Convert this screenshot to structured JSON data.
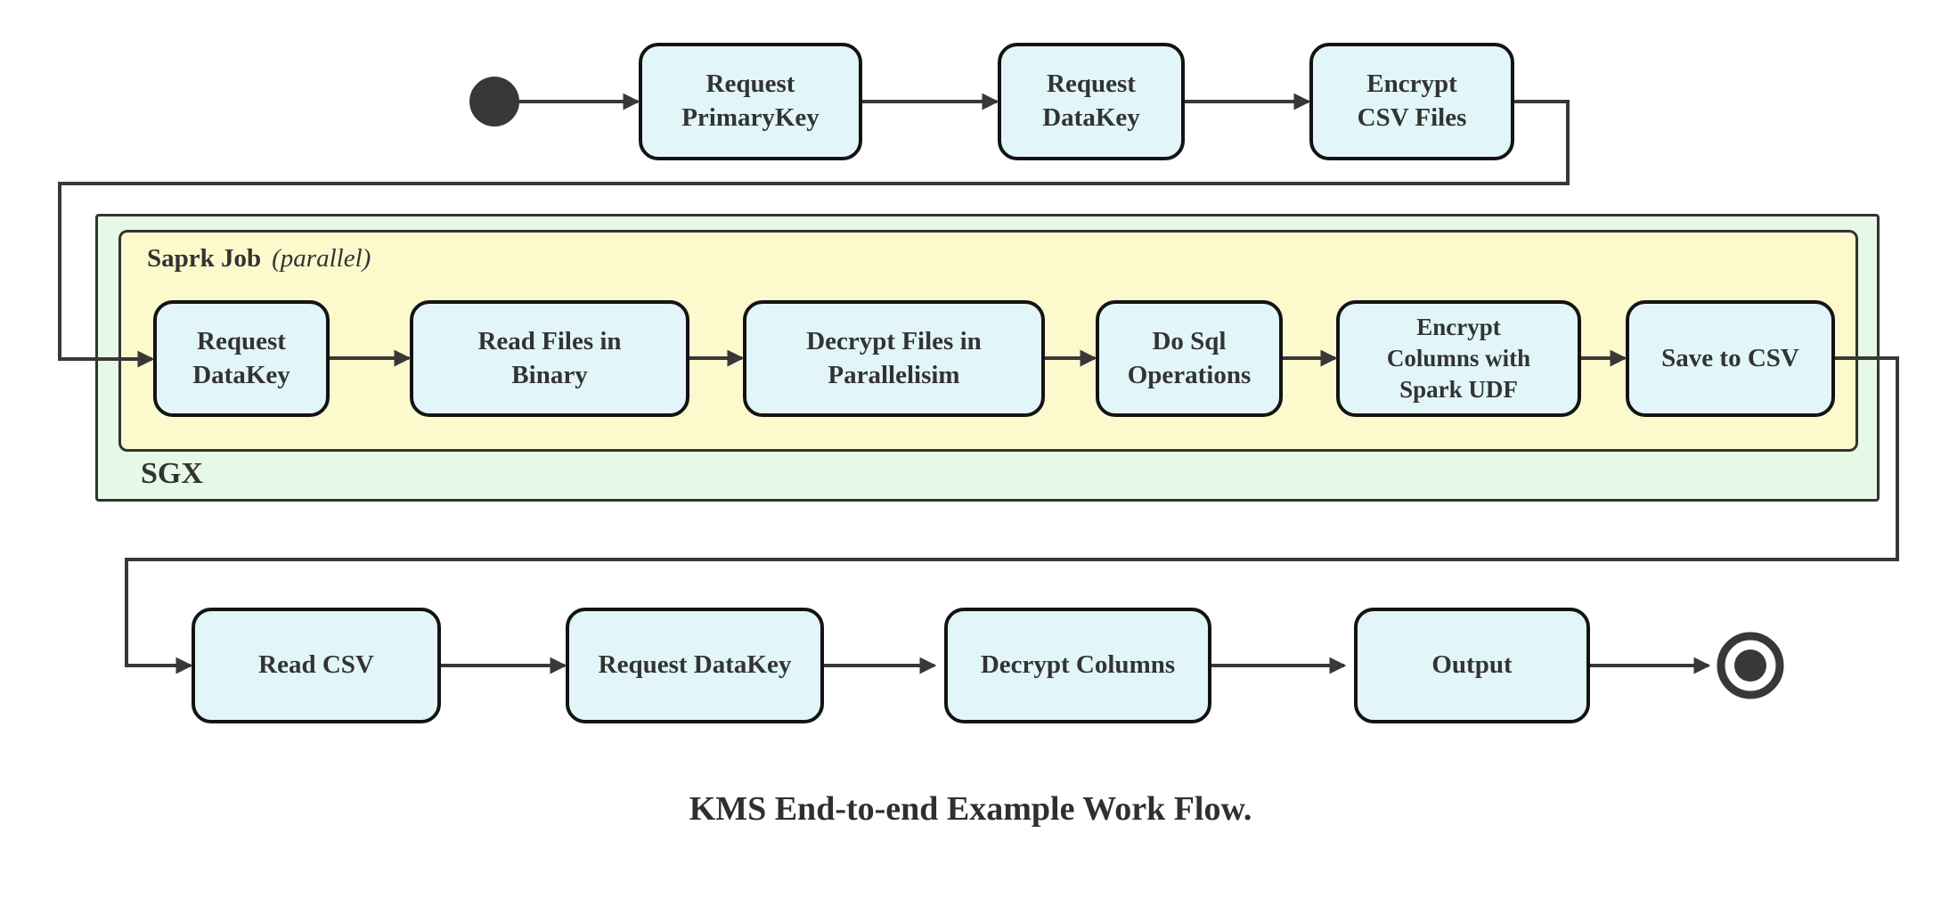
{
  "caption": "KMS End-to-end Example Work Flow.",
  "containers": {
    "sgx": {
      "label": "SGX"
    },
    "spark_job": {
      "label": "Saprk Job",
      "annotation": "(parallel)"
    }
  },
  "flow": {
    "start_icon": "filled-circle-initial-state",
    "end_icon": "double-circle-final-state",
    "top_row": [
      "Request\nPrimaryKey",
      "Request\nDataKey",
      "Encrypt\nCSV Files"
    ],
    "spark_row": [
      "Request\nDataKey",
      "Read Files in\nBinary",
      "Decrypt Files in\nParallelisim",
      "Do Sql\nOperations",
      "Encrypt\nColumns with\nSpark UDF",
      "Save to CSV"
    ],
    "bottom_row": [
      "Read CSV",
      "Request DataKey",
      "Decrypt Columns",
      "Output"
    ]
  },
  "theme": {
    "node-fill": "#e2f6fa",
    "node-border": "#131313",
    "line": "#383838",
    "text": "#333333",
    "yellow-fill": "#fcf9cd",
    "yellow-border": "#333333",
    "green-fill": "#e6f8e6",
    "green-border": "#333333",
    "canvas": "#ffffff"
  }
}
